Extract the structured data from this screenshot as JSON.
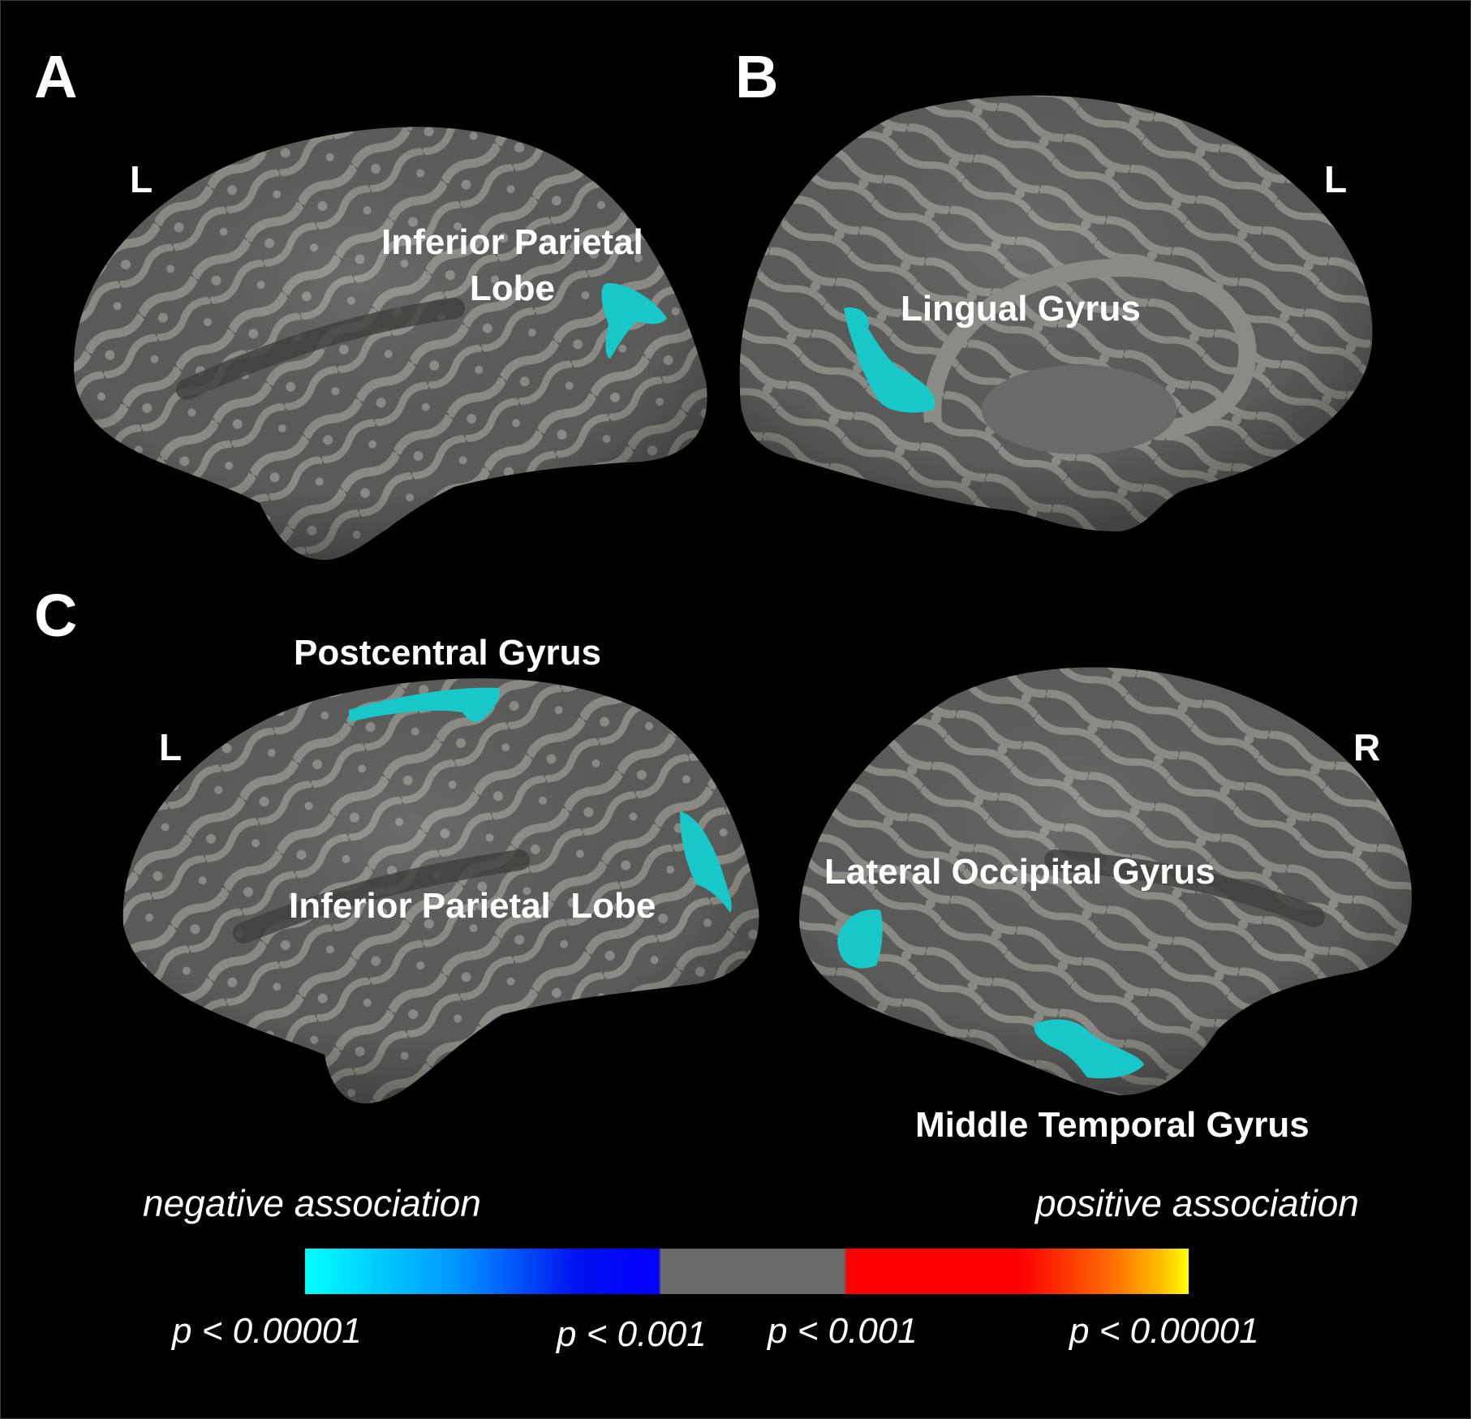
{
  "panels": {
    "a": {
      "letter": "A",
      "hemisphere": "L",
      "region": "Inferior Parietal\nLobe"
    },
    "b": {
      "letter": "B",
      "hemisphere": "L",
      "region": "Lingual Gyrus"
    },
    "c": {
      "letter": "C",
      "hemisphere_left": "L",
      "hemisphere_right": "R",
      "regions": {
        "postcentral": "Postcentral Gyrus",
        "inferior_parietal": "Inferior Parietal  Lobe",
        "lateral_occipital": "Lateral Occipital Gyrus",
        "middle_temporal": "Middle Temporal Gyrus"
      }
    }
  },
  "legend": {
    "negative_label": "negative association",
    "positive_label": "positive association",
    "ticks": [
      "p < 0.00001",
      "p < 0.001",
      "p < 0.001",
      "p < 0.00001"
    ],
    "colors": {
      "negative_strong": "#00ffff",
      "negative_weak": "#0000ff",
      "neutral": "#6a6a6a",
      "positive_weak": "#ff0000",
      "positive_strong": "#ffff00"
    }
  },
  "colors": {
    "background": "#000000",
    "sulcus": "#5a5a58",
    "gyrus": "#8a8882",
    "cluster": "#18c8c8"
  }
}
